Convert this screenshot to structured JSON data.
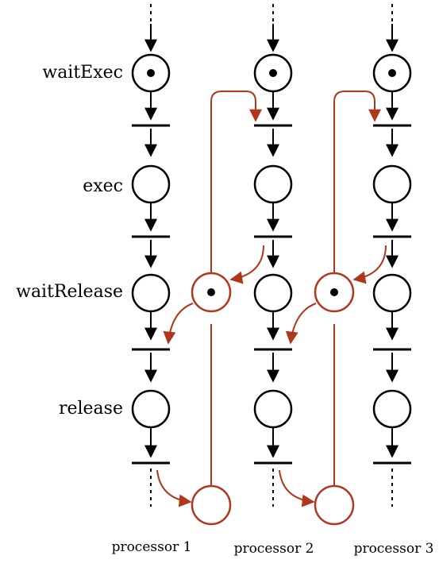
{
  "rows": [
    {
      "label": "waitExec",
      "tokens": [
        true,
        true,
        true
      ]
    },
    {
      "label": "exec",
      "tokens": [
        false,
        false,
        false
      ]
    },
    {
      "label": "waitRelease",
      "tokens": [
        false,
        false,
        false
      ]
    },
    {
      "label": "release",
      "tokens": [
        false,
        false,
        false
      ]
    }
  ],
  "processors": [
    {
      "label": "processor 1"
    },
    {
      "label": "processor 2"
    },
    {
      "label": "processor 3"
    }
  ],
  "lock_places": [
    {
      "between": [
        "processor 1",
        "processor 2"
      ],
      "upper_token": true,
      "lower_token": false
    },
    {
      "between": [
        "processor 2",
        "processor 3"
      ],
      "upper_token": true,
      "lower_token": false
    }
  ],
  "colors": {
    "net": "#000000",
    "lock": "#b0361c"
  }
}
